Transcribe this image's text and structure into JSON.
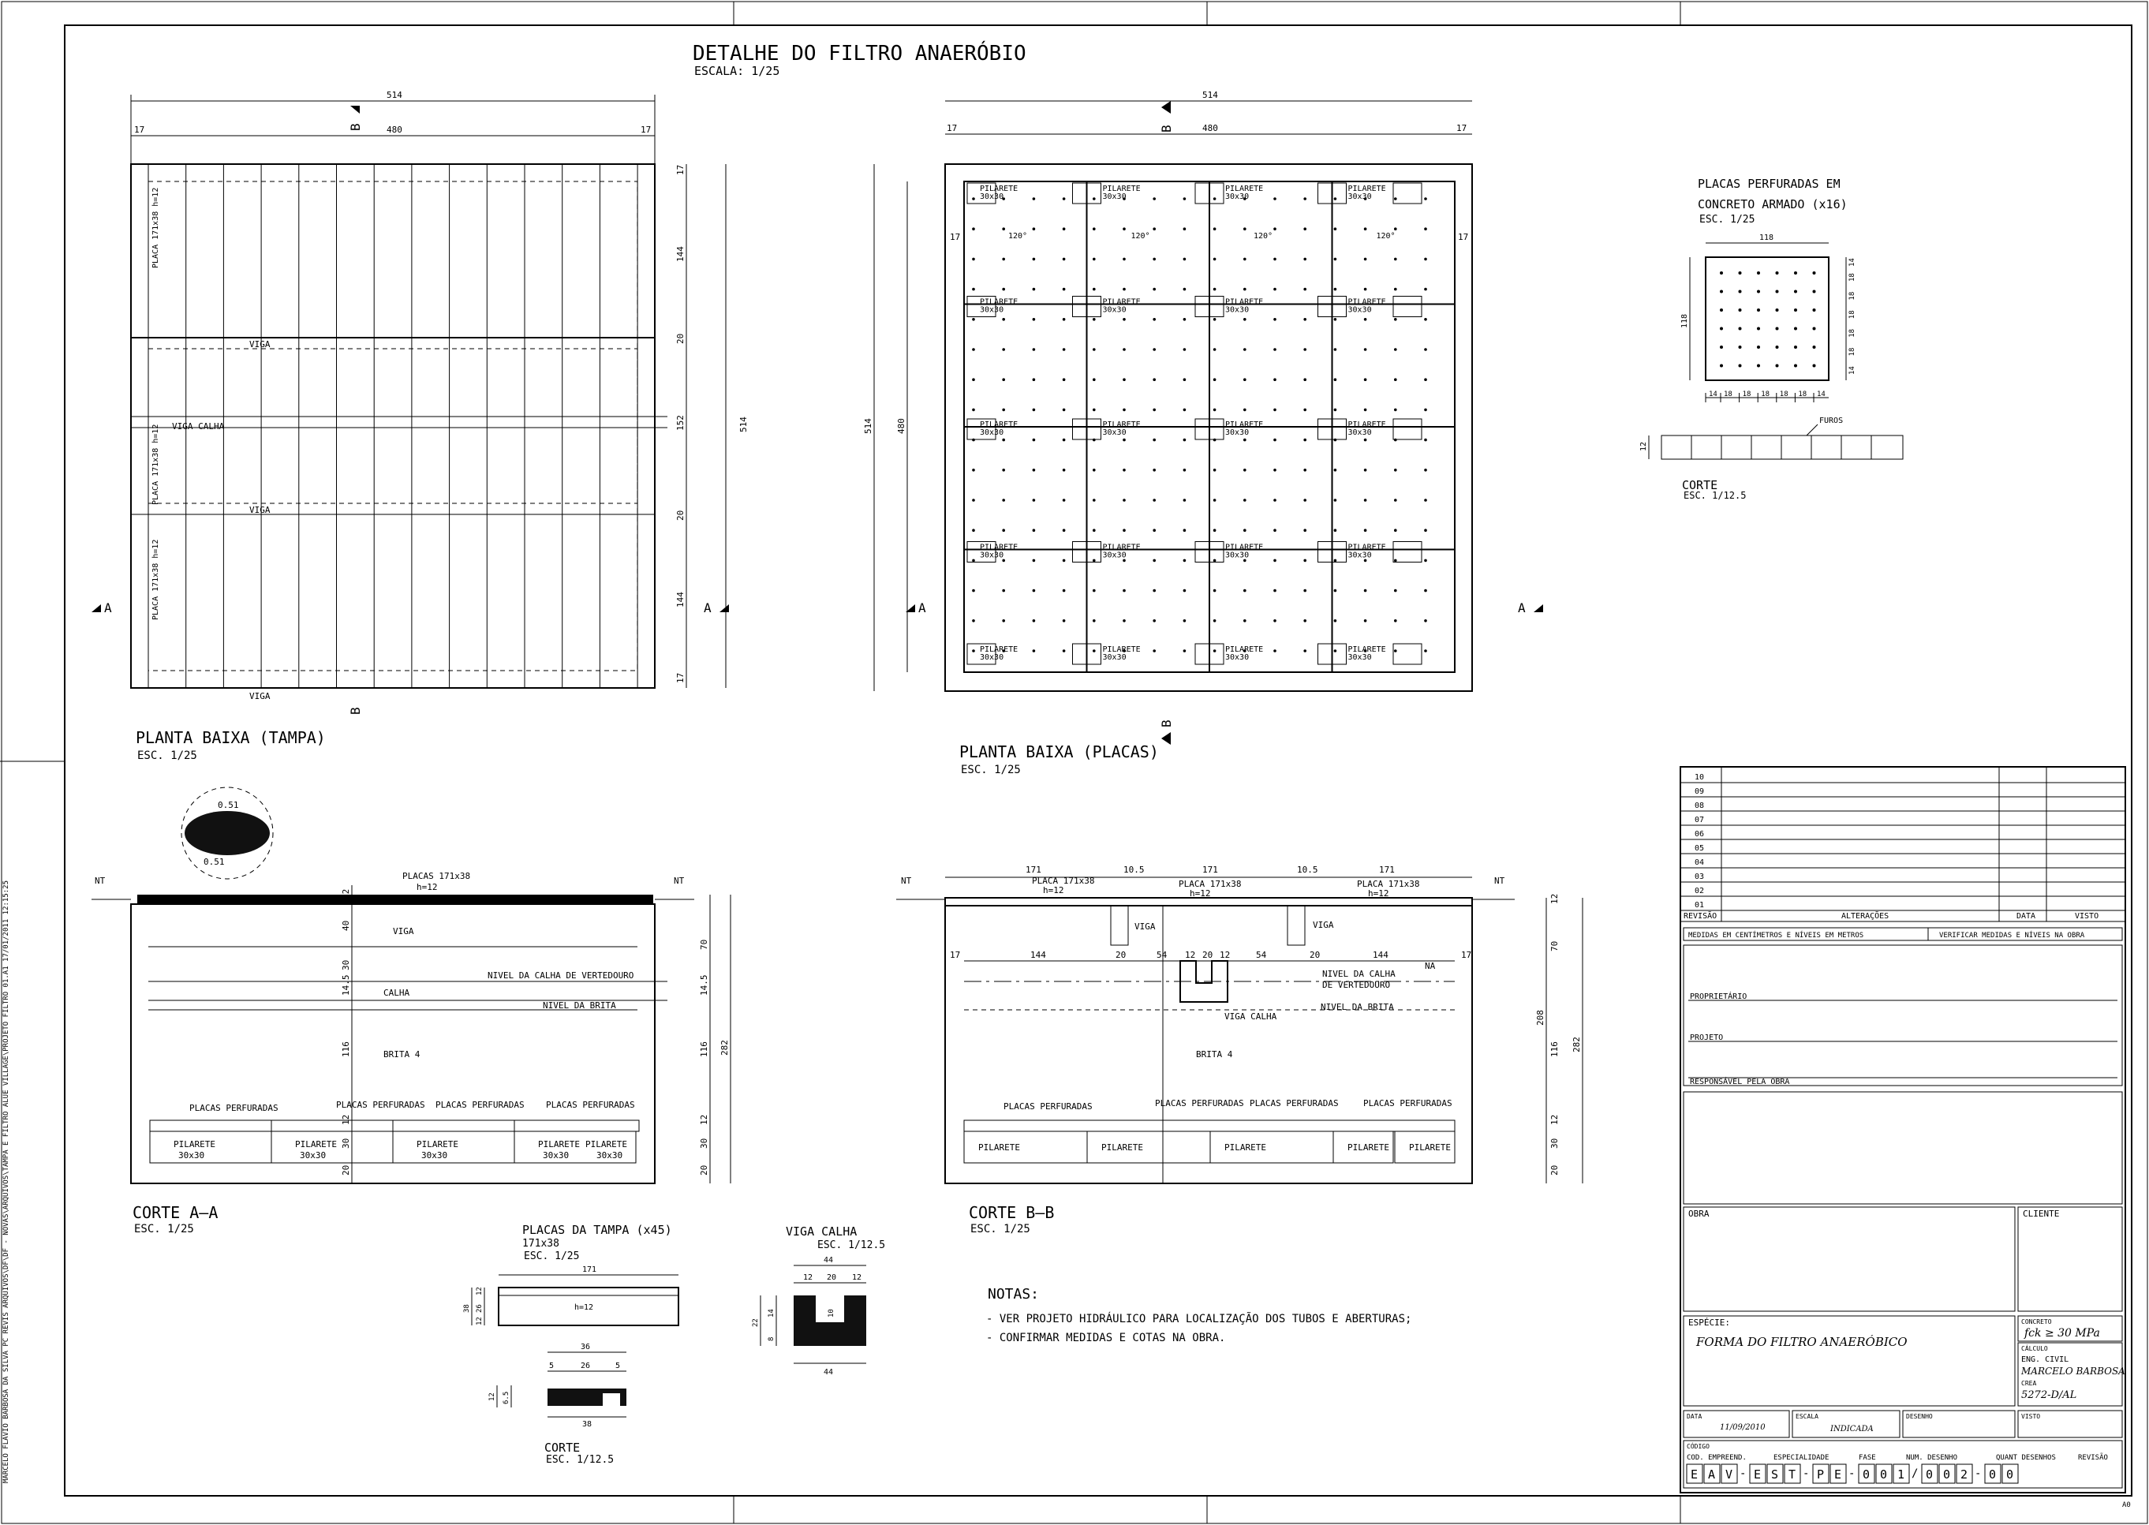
{
  "sheet": {
    "title": "DETALHE DO FILTRO ANAERÓBIO",
    "scale": "ESCALA: 1/25",
    "margin_note": "MARCELO FLAVIO BARBOSA DA SILVA PC REVIS ARQUIVOS\\DF\\DF - NOVAS\\ARQUIVOS\\TAMPA E FILTRO ALUE VILLAGE\\PROJETO FILTRO 01.A1 17/01/2011 12:15:25",
    "corner_mark": "A0"
  },
  "planta_tampa": {
    "title": "PLANTA BAIXA (TAMPA)",
    "scale": "ESC. 1/25",
    "dims_top": [
      "514",
      "17",
      "480",
      "17"
    ],
    "dims_right": [
      "17",
      "144",
      "20",
      "152",
      "20",
      "144",
      "17"
    ],
    "dim_overall": "514",
    "labels": [
      "VIGA",
      "VIGA CALHA",
      "VIGA",
      "VIGA"
    ],
    "plate_labels": [
      "PLACA 171x38 h=12",
      "PLACA 171x38 h=12",
      "PLACA 171x38 h=12"
    ],
    "cut_a": "A",
    "cut_b": "B"
  },
  "planta_placas": {
    "title": "PLANTA BAIXA (PLACAS)",
    "scale": "ESC. 1/25",
    "dims_top": [
      "514",
      "17",
      "480",
      "17"
    ],
    "dims_left": [
      "514",
      "480"
    ],
    "side_dims": [
      "17",
      "17"
    ],
    "pilarete": "PILARETE",
    "pilarete_size": "30x30",
    "angle": "120°",
    "cut_a": "A",
    "cut_b": "B"
  },
  "placas_perfuradas": {
    "title": "PLACAS PERFURADAS EM",
    "title2": "CONCRETO ARMADO (x16)",
    "scale": "ESC. 1/25",
    "width": "118",
    "height": "118",
    "spacing": [
      "14",
      "18",
      "18",
      "18",
      "18",
      "18",
      "14"
    ],
    "furos": "FUROS",
    "corte_title": "CORTE",
    "corte_scale": "ESC. 1/12.5",
    "corte_dim": "12"
  },
  "corte_aa": {
    "title": "CORTE A—A",
    "scale": "ESC. 1/25",
    "nt": "NT",
    "placas": "PLACAS 171x38",
    "placas_h": "h=12",
    "viga": "VIGA",
    "calha": "CALHA",
    "nivel_calha": "NIVEL DA CALHA  DE VERTEDOURO",
    "nivel_brita": "NIVEL DA BRITA",
    "brita": "BRITA 4",
    "placas_perf": "PLACAS PERFURADAS",
    "pilarete": "PILARETE",
    "pilarete_size": "30x30",
    "dims_v": [
      "12",
      "40",
      "30",
      "14.5",
      "116",
      "12",
      "30",
      "20"
    ],
    "dims_right": [
      "70",
      "14.5",
      "116",
      "12",
      "30",
      "20"
    ],
    "total": "282",
    "detail_a": "0.51",
    "detail_b": "0.51"
  },
  "corte_bb": {
    "title": "CORTE B—B",
    "scale": "ESC. 1/25",
    "nt": "NT",
    "dims_top": [
      "171",
      "10.5",
      "171",
      "10.5",
      "171"
    ],
    "placa": "PLACA 171x38",
    "placa_h": "h=12",
    "viga": "VIGA",
    "viga_calha": "VIGA CALHA",
    "nivel_calha": "NIVEL DA CALHA",
    "nivel_calha2": "DE VERTEDOURO",
    "nivel_brita": "NIVEL DA BRITA",
    "brita": "BRITA 4",
    "na": "NA",
    "dims_h": [
      "17",
      "144",
      "20",
      "54",
      "12",
      "20",
      "12",
      "54",
      "20",
      "144",
      "17"
    ],
    "placas_perf": "PLACAS PERFURADAS",
    "pilarete": "PILARETE",
    "dims_right": [
      "12",
      "70",
      "116",
      "12",
      "30",
      "20"
    ],
    "total_a": "208",
    "total_b": "282"
  },
  "placas_tampa": {
    "title": "PLACAS DA TAMPA (x45)",
    "size": "171x38",
    "scale": "ESC. 1/25",
    "len": "171",
    "h": "h=12",
    "dims": [
      "38",
      "12",
      "26",
      "12"
    ],
    "corte_title": "CORTE",
    "corte_scale": "ESC. 1/12.5",
    "corte_top": "36",
    "corte_sub": [
      "5",
      "26",
      "5"
    ],
    "corte_bot": "38",
    "corte_h": [
      "12",
      "6.5"
    ]
  },
  "viga_calha": {
    "title": "VIGA CALHA",
    "scale": "ESC. 1/12.5",
    "top": "44",
    "sub": [
      "12",
      "20",
      "12"
    ],
    "h": [
      "22",
      "14",
      "8",
      "10"
    ],
    "bottom": "44"
  },
  "notas": {
    "title": "NOTAS:",
    "items": [
      "- VER PROJETO HIDRÁULICO PARA LOCALIZAÇÃO DOS TUBOS E ABERTURAS;",
      "- CONFIRMAR MEDIDAS E COTAS NA OBRA."
    ]
  },
  "title_block": {
    "revisions": [
      "10",
      "09",
      "08",
      "07",
      "06",
      "05",
      "04",
      "03",
      "02",
      "01"
    ],
    "rev_headers": [
      "REVISÃO",
      "ALTERAÇÕES",
      "DATA",
      "VISTO"
    ],
    "note_left": "MEDIDAS EM CENTÍMETROS E NÍVEIS EM METROS",
    "note_right": "VERIFICAR MEDIDAS E NÍVEIS NA OBRA",
    "proprietario": "PROPRIETÁRIO",
    "projeto": "PROJETO",
    "responsavel": "RESPONSÁVEL PELA OBRA",
    "obra": "OBRA",
    "cliente": "CLIENTE",
    "especie_label": "ESPÉCIE:",
    "especie": "FORMA DO FILTRO ANAERÓBICO",
    "concreto_label": "CONCRETO",
    "fck": "fck ≥ 30 MPa",
    "calculo_label": "CÁLCULO",
    "calculo_1": "ENG. CIVIL",
    "calculo_2": "MARCELO BARBOSA",
    "crea_label": "CREA",
    "crea": "5272-D/AL",
    "data_label": "DATA",
    "data": "11/09/2010",
    "escala_label": "ESCALA",
    "escala": "INDICADA",
    "desenho_label": "DESENHO",
    "visto_label": "VISTO",
    "codigo_label": "CÓDIGO",
    "code_headers": [
      "COD. EMPREEND.",
      "ESPECIALIDADE",
      "FASE",
      "NUM. DESENHO",
      "QUANT DESENHOS",
      "REVISÃO"
    ],
    "code": [
      "E",
      "A",
      "V",
      "E",
      "S",
      "T",
      "P",
      "E",
      "0",
      "0",
      "1",
      "0",
      "0",
      "2",
      "0",
      "0"
    ]
  }
}
